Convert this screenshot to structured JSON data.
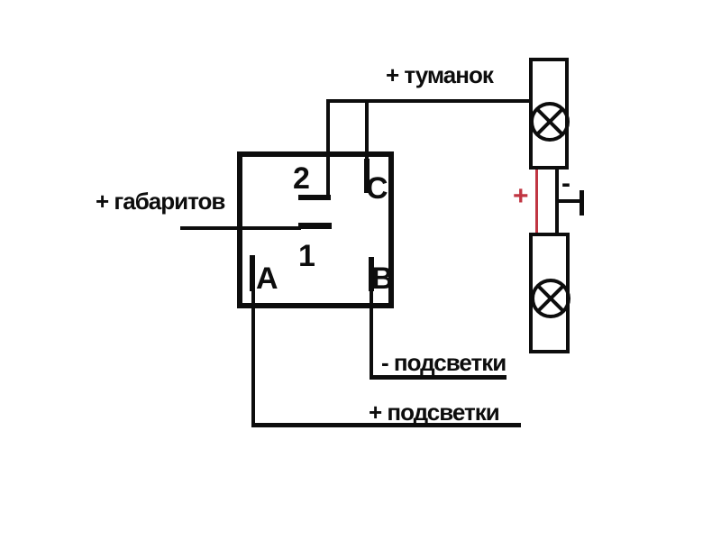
{
  "diagram": {
    "connector_pins": {
      "pin_2": "2",
      "pin_c": "C",
      "pin_1": "1",
      "pin_a": "A",
      "pin_b": "B"
    },
    "wire_labels": {
      "fog": "+ туманок",
      "parking": "+ габаритов",
      "backlight_negative": "- подсветки",
      "backlight_positive": "+ подсветки"
    },
    "lamp_polarity": {
      "positive": "+",
      "negative": "-"
    },
    "colors": {
      "line": "#0d0d0d",
      "positive_red": "#c03542",
      "background": "#ffffff"
    }
  }
}
